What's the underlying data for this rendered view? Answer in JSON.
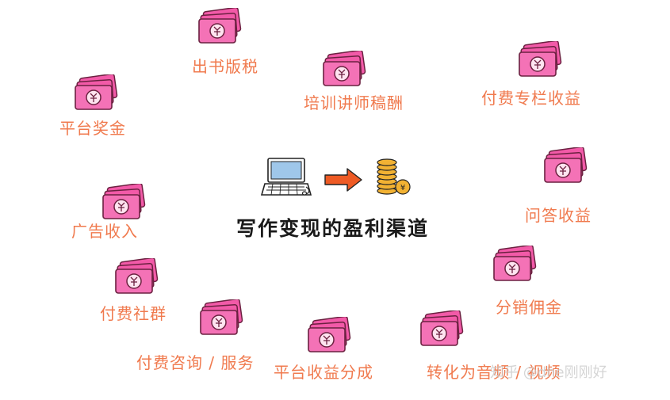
{
  "title": "写作变现的盈利渠道",
  "colors": {
    "label": "#f07a4e",
    "title": "#1a1a1a",
    "note_pink": "#f25aa8",
    "note_dark": "#6b2140",
    "coin": "#f2b233",
    "arrow": "#ee5a24",
    "watermark": "#c8c8c8"
  },
  "icons": {
    "money": "banknote-icon",
    "laptop": "laptop-icon",
    "arrow": "arrow-right-icon",
    "coins": "coin-stack-icon"
  },
  "channels": [
    {
      "id": "chuban",
      "label": "出书版税"
    },
    {
      "id": "peixun",
      "label": "培训讲师稿酬"
    },
    {
      "id": "zhuanlan",
      "label": "付费专栏收益"
    },
    {
      "id": "pingtai-jiang",
      "label": "平台奖金"
    },
    {
      "id": "wenda",
      "label": "问答收益"
    },
    {
      "id": "guanggao",
      "label": "广告收入"
    },
    {
      "id": "fenxiao",
      "label": "分销佣金"
    },
    {
      "id": "shequn",
      "label": "付费社群"
    },
    {
      "id": "zixun",
      "label": "付费咨询 / 服务"
    },
    {
      "id": "pingtai-fen",
      "label": "平台收益分成"
    },
    {
      "id": "zhuanhua",
      "label": "转化为音频 / 视频"
    }
  ],
  "watermark": "知乎 @dhe刚刚好"
}
